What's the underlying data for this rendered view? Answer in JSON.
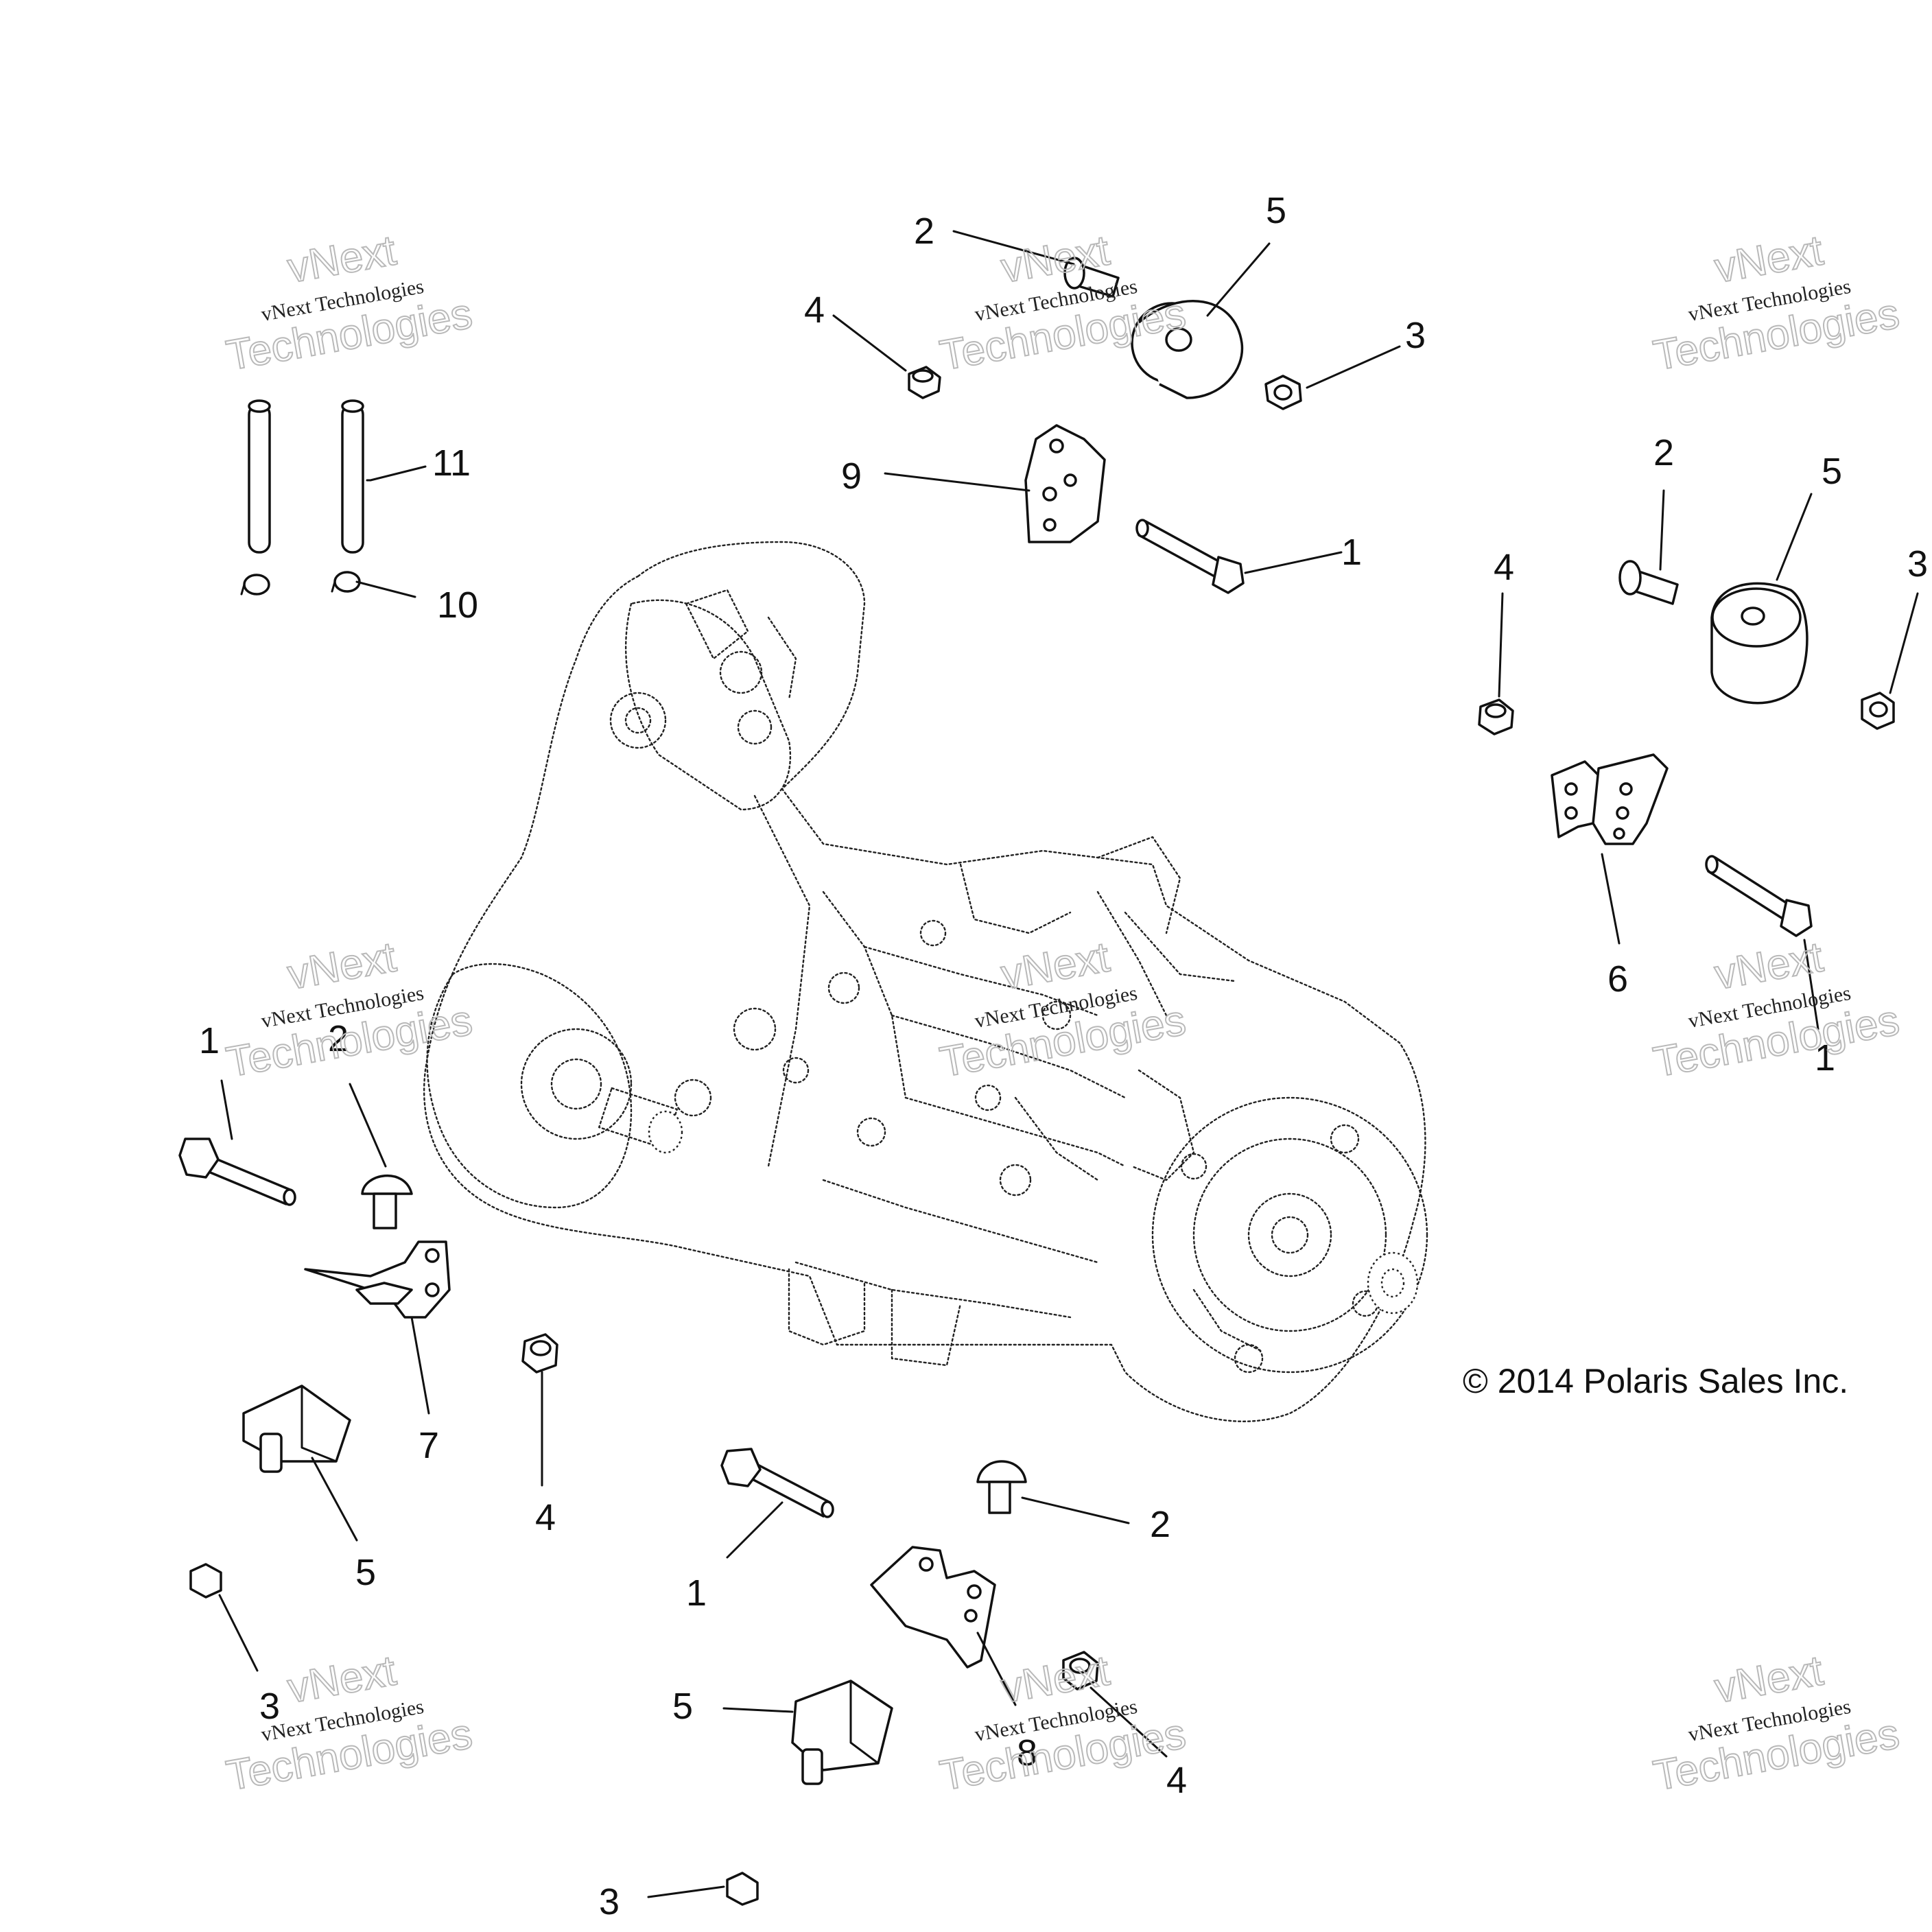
{
  "callouts": [
    {
      "label": "1"
    },
    {
      "label": "2"
    },
    {
      "label": "3"
    },
    {
      "label": "4"
    },
    {
      "label": "5"
    },
    {
      "label": "6"
    },
    {
      "label": "7"
    },
    {
      "label": "8"
    },
    {
      "label": "9"
    },
    {
      "label": "10"
    },
    {
      "label": "11"
    }
  ],
  "copyright": "© 2014 Polaris Sales Inc.",
  "watermark": {
    "line1": "vNext Technologies",
    "brand": "vNext",
    "line2": "Technologies"
  }
}
